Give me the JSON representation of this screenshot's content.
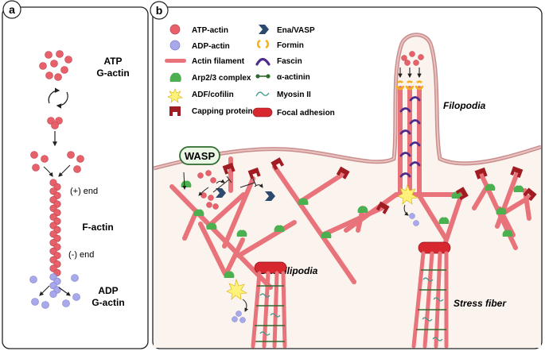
{
  "panel_a": {
    "letter": "a",
    "atp_title_line1": "ATP",
    "atp_title_line2": "G-actin",
    "plus_end": "(+) end",
    "factin_label": "F-actin",
    "minus_end": "(-) end",
    "adp_title_line1": "ADP",
    "adp_title_line2": "G-actin"
  },
  "panel_b": {
    "letter": "b",
    "legend_left": [
      {
        "icon": "atp-actin-icon",
        "label": "ATP-actin"
      },
      {
        "icon": "adp-actin-icon",
        "label": "ADP-actin"
      },
      {
        "icon": "actin-filament-icon",
        "label": "Actin filament"
      },
      {
        "icon": "arp23-complex-icon",
        "label": "Arp2/3 complex"
      },
      {
        "icon": "adf-cofilin-icon",
        "label": "ADF/cofilin"
      },
      {
        "icon": "capping-protein-icon",
        "label": "Capping protein"
      }
    ],
    "legend_right": [
      {
        "icon": "ena-vasp-icon",
        "label": "Ena/VASP"
      },
      {
        "icon": "formin-icon",
        "label": "Formin"
      },
      {
        "icon": "fascin-icon",
        "label": "Fascin"
      },
      {
        "icon": "alpha-actinin-icon",
        "label": "α-actinin"
      },
      {
        "icon": "myosin-ii-icon",
        "label": "Myosin II"
      },
      {
        "icon": "focal-adhesion-icon",
        "label": "Focal adhesion"
      }
    ],
    "wasp_label": "WASP",
    "filopodia_label": "Filopodia",
    "lamellipodia_label": "Lamellipodia",
    "stress_fiber_label": "Stress fiber"
  },
  "colors": {
    "atp_actin": "#e8606a",
    "adp_actin": "#a8a8ec",
    "filament": "#e8737a",
    "arp23": "#4caf50",
    "capping": "#a01c22",
    "ena_vasp": "#2c4a6e",
    "formin": "#f2b21e",
    "fascin": "#4b2c8c",
    "alpha_actinin": "#2e6b2e",
    "myosin": "#3a9a8c",
    "focal_adhesion": "#d7282f",
    "membrane": "#c98e8e",
    "cell_fill": "#fbf3ee",
    "cofilin": "#fff27a"
  }
}
